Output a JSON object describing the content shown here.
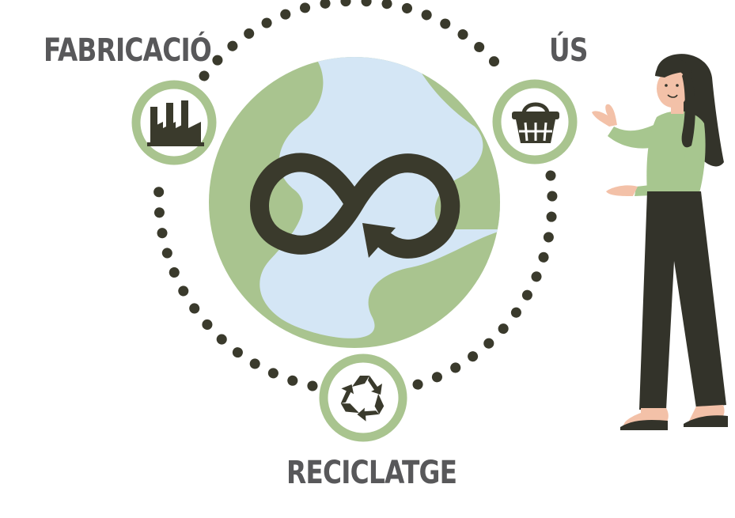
{
  "diagram": {
    "stages": [
      {
        "label": "FABRICACIÓ",
        "icon": "factory-icon"
      },
      {
        "label": "ÚS",
        "icon": "shopping-basket-icon"
      },
      {
        "label": "RECICLATGE",
        "icon": "recycle-icon"
      }
    ],
    "center_icon": "infinity-loop-arrow-icon",
    "center_image": "globe",
    "illustration": "woman-presenting"
  },
  "colors": {
    "dark": "#3a3a2c",
    "green": "#a9c48f",
    "ring_green": "#a9c48f",
    "ocean": "#d4e6f5",
    "label_gray": "#58585a",
    "sweater": "#a7c68f",
    "pants": "#33332a",
    "skin": "#f3c1a8"
  }
}
